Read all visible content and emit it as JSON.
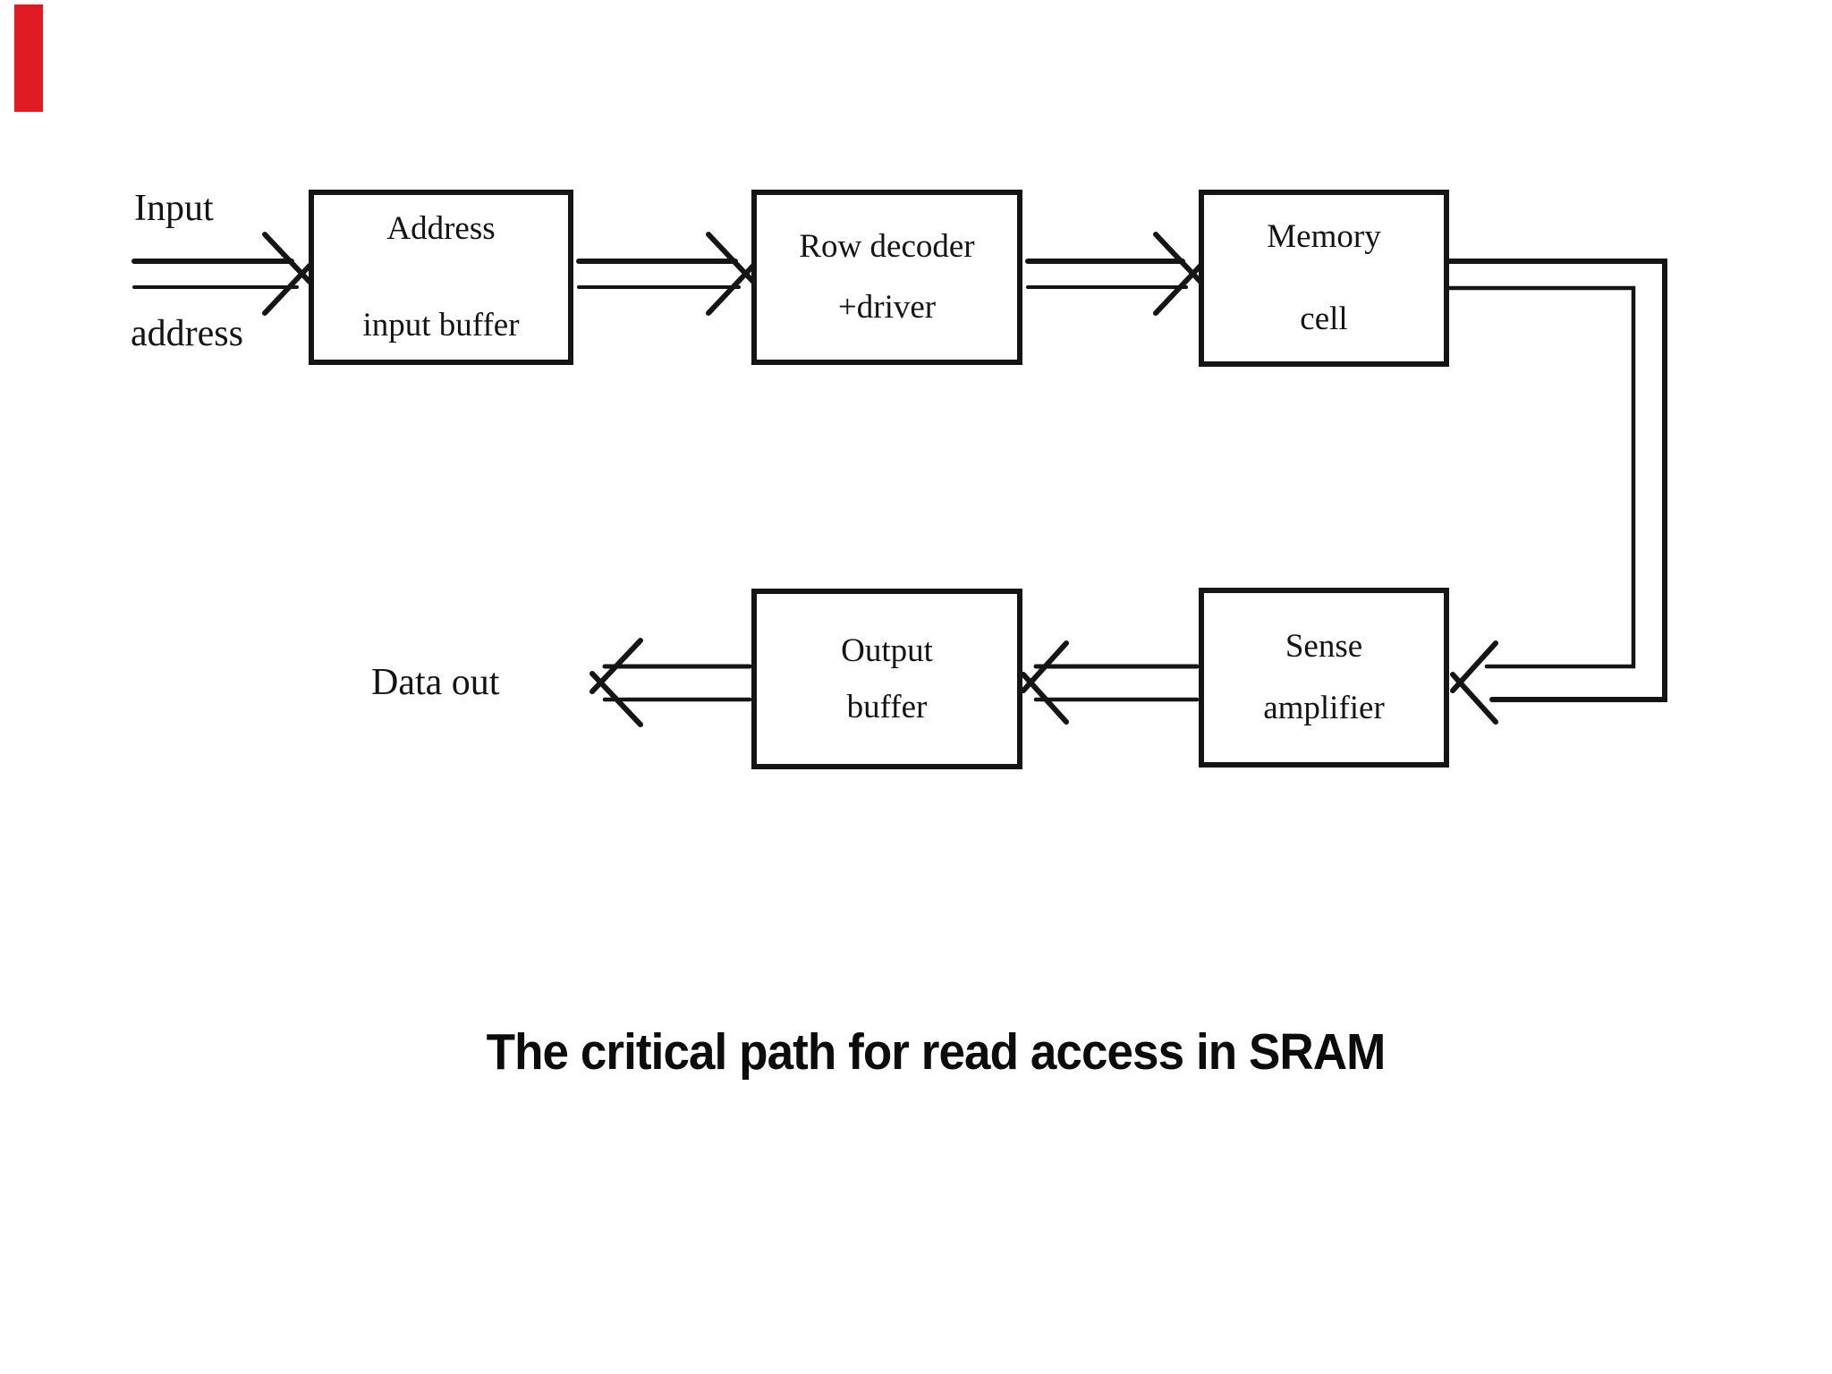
{
  "slide": {
    "title": "The critical path for read access in SRAM",
    "background_color": "#ffffff",
    "ink_color": "#151515",
    "accent_bar_color": "#e01b24"
  },
  "labels": {
    "input_line1": "Input",
    "input_line2": "address",
    "data_out": "Data out"
  },
  "blocks": {
    "address_input_buffer": {
      "line1": "Address",
      "line2": "input buffer"
    },
    "row_decoder_driver": {
      "line1": "Row decoder",
      "line2": "+driver"
    },
    "memory_cell": {
      "line1": "Memory",
      "line2": "cell"
    },
    "output_buffer": {
      "line1": "Output",
      "line2": "buffer"
    },
    "sense_amplifier": {
      "line1": "Sense",
      "line2": "amplifier"
    }
  },
  "connections": [
    {
      "from": "input-address",
      "to": "address-input-buffer",
      "style": "double-line-open-arrow"
    },
    {
      "from": "address-input-buffer",
      "to": "row-decoder-driver",
      "style": "double-line-open-arrow"
    },
    {
      "from": "row-decoder-driver",
      "to": "memory-cell",
      "style": "double-line-open-arrow"
    },
    {
      "from": "memory-cell",
      "to": "sense-amplifier",
      "style": "double-line-open-arrow, routed right and down"
    },
    {
      "from": "sense-amplifier",
      "to": "output-buffer",
      "style": "double-line-open-arrow"
    },
    {
      "from": "output-buffer",
      "to": "data-out",
      "style": "double-line-open-arrow"
    }
  ]
}
